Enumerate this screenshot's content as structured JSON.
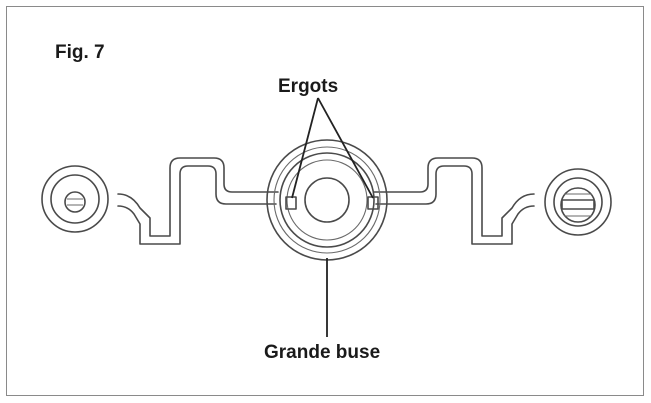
{
  "figure": {
    "label": "Fig. 7",
    "callouts": {
      "top": "Ergots",
      "bottom": "Grande buse"
    }
  },
  "colors": {
    "line": "#4a4a4a",
    "frame": "#8a8a8a",
    "text": "#1a1a1a"
  }
}
